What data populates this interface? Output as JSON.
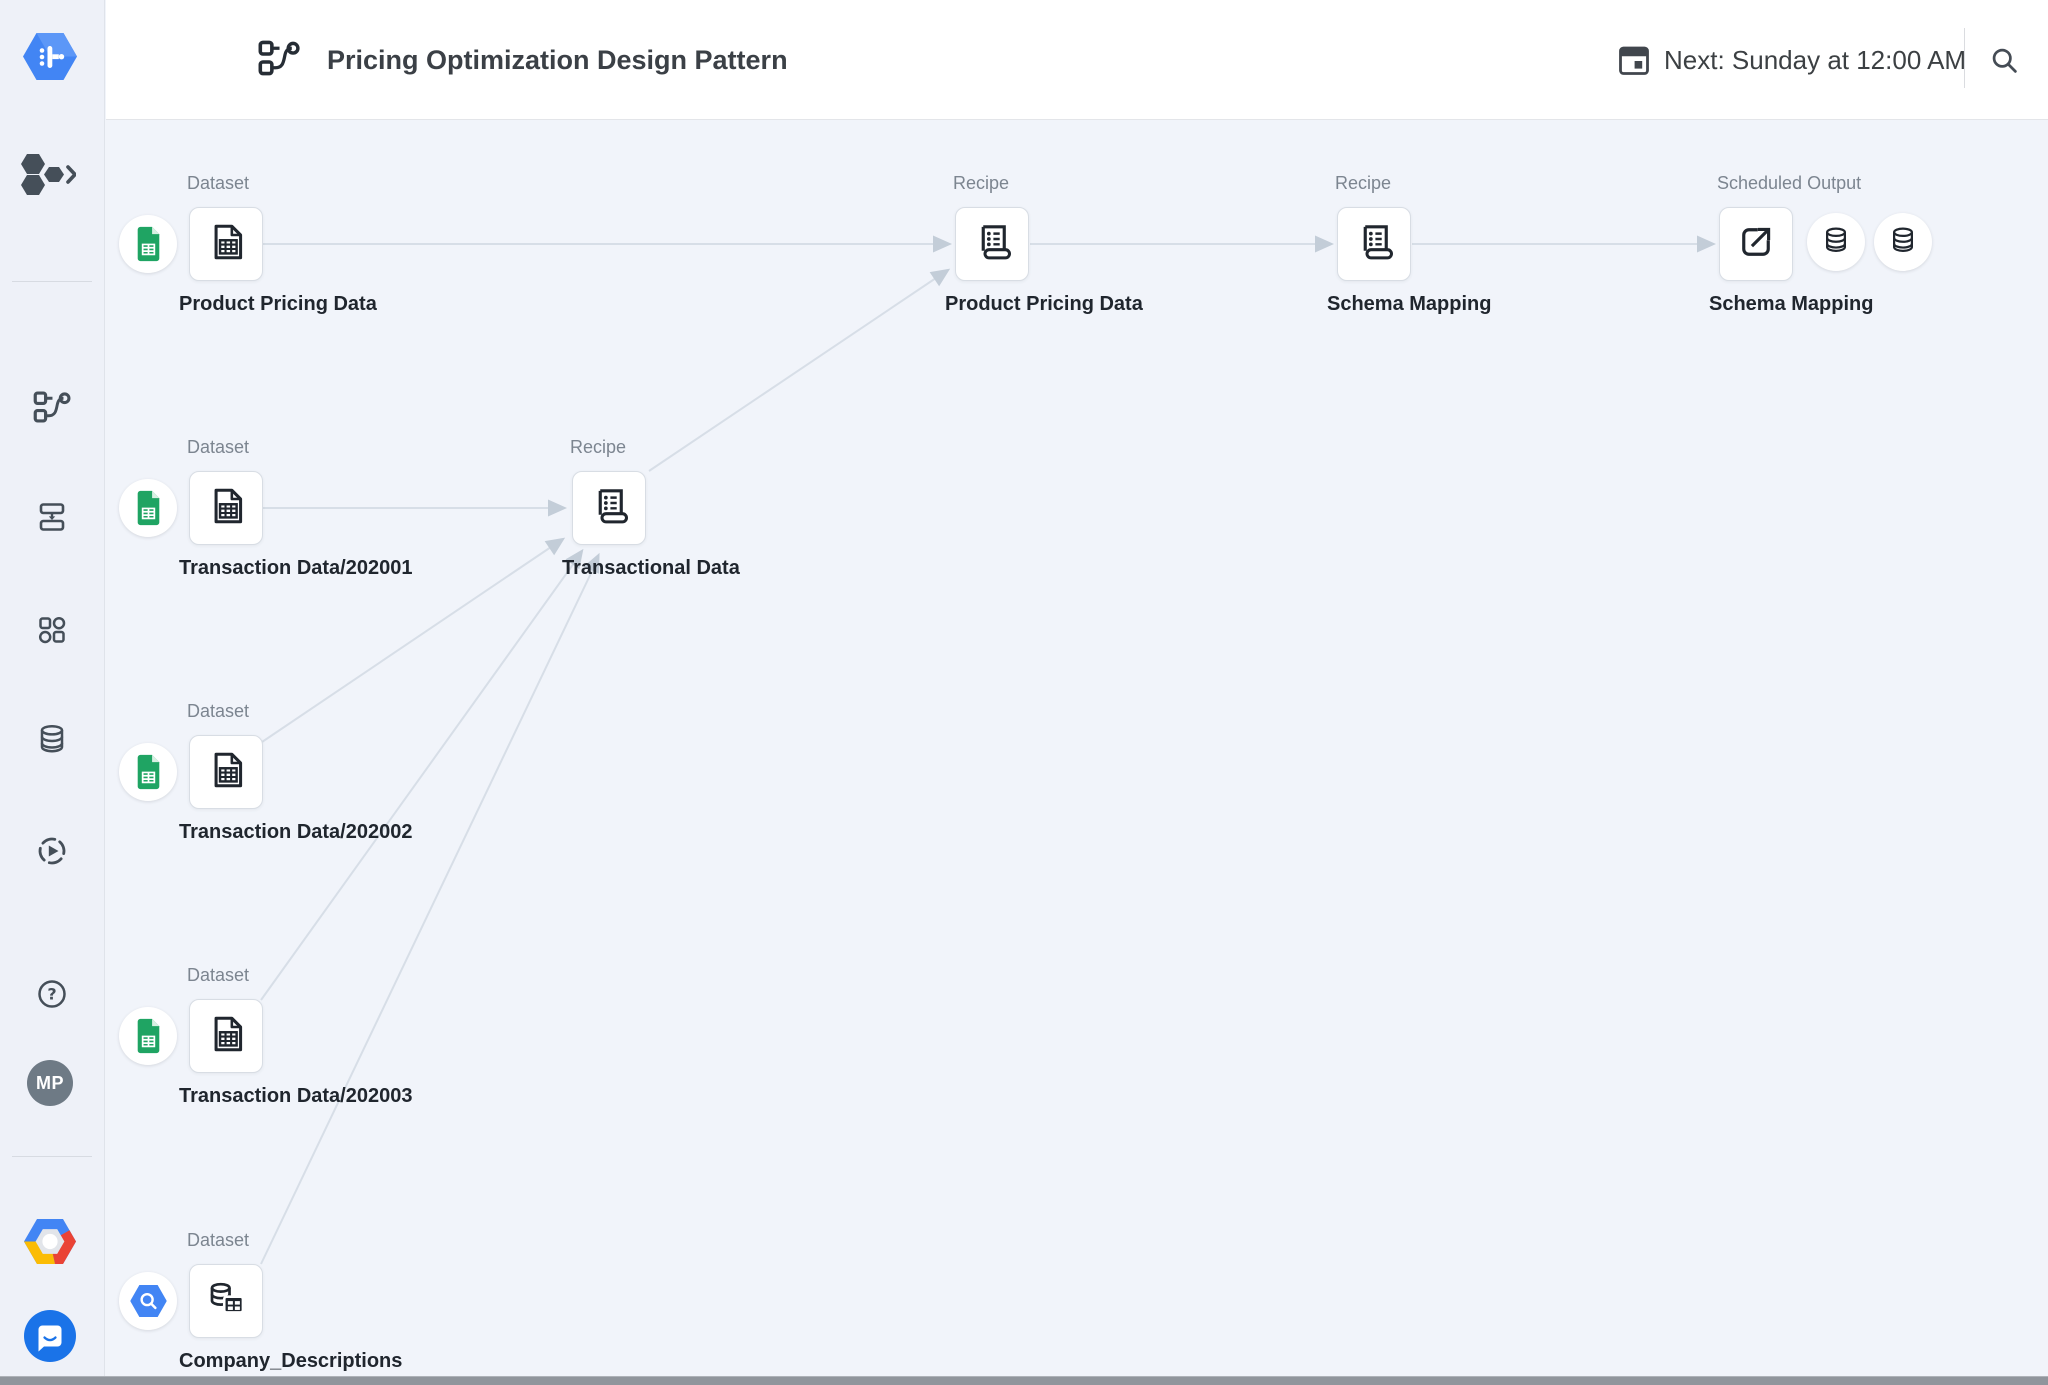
{
  "header": {
    "title": "Pricing Optimization Design Pattern",
    "schedule_label": "Next: Sunday at 12:00 AM",
    "icons": {
      "flow": "flow-icon",
      "calendar": "calendar-icon",
      "search": "search-icon",
      "info": "info-icon"
    }
  },
  "sidebar": {
    "logo": "dataprep-logo",
    "avatar_text": "MP",
    "items": [
      {
        "name": "expand-flows",
        "icon": "hexagons-chevron-icon"
      },
      {
        "name": "flows",
        "icon": "flow-icon"
      },
      {
        "name": "plans",
        "icon": "plan-icon"
      },
      {
        "name": "library",
        "icon": "library-icon"
      },
      {
        "name": "connections",
        "icon": "database-icon"
      },
      {
        "name": "job-history",
        "icon": "run-jobs-icon"
      },
      {
        "name": "help",
        "icon": "help-icon"
      },
      {
        "name": "account",
        "icon": "avatar"
      },
      {
        "name": "google-cloud",
        "icon": "google-cloud-icon"
      },
      {
        "name": "support-chat",
        "icon": "chat-icon"
      }
    ]
  },
  "flow": {
    "nodes": [
      {
        "id": "ds-product-pricing",
        "type_label": "Dataset",
        "title": "Product Pricing Data",
        "icon": "spreadsheet-file-icon",
        "badge": "google-sheets-badge"
      },
      {
        "id": "recipe-product-pricing",
        "type_label": "Recipe",
        "title": "Product Pricing Data",
        "icon": "recipe-receipt-icon"
      },
      {
        "id": "recipe-schema-mapping",
        "type_label": "Recipe",
        "title": "Schema Mapping",
        "icon": "recipe-receipt-icon"
      },
      {
        "id": "output-schema-mapping",
        "type_label": "Scheduled Output",
        "title": "Schema Mapping",
        "icon": "export-arrow-icon",
        "outputs": [
          "database-icon",
          "database-icon"
        ]
      },
      {
        "id": "ds-transaction-202001",
        "type_label": "Dataset",
        "title": "Transaction Data/202001",
        "icon": "spreadsheet-file-icon",
        "badge": "google-sheets-badge"
      },
      {
        "id": "recipe-transactional",
        "type_label": "Recipe",
        "title": "Transactional Data",
        "icon": "recipe-receipt-icon"
      },
      {
        "id": "ds-transaction-202002",
        "type_label": "Dataset",
        "title": "Transaction Data/202002",
        "icon": "spreadsheet-file-icon",
        "badge": "google-sheets-badge"
      },
      {
        "id": "ds-transaction-202003",
        "type_label": "Dataset",
        "title": "Transaction Data/202003",
        "icon": "spreadsheet-file-icon",
        "badge": "google-sheets-badge"
      },
      {
        "id": "ds-company-descriptions",
        "type_label": "Dataset",
        "title": "Company_Descriptions",
        "icon": "database-table-icon",
        "badge": "bigquery-badge"
      }
    ],
    "edges": [
      {
        "from": "ds-product-pricing",
        "to": "recipe-product-pricing"
      },
      {
        "from": "recipe-product-pricing",
        "to": "recipe-schema-mapping"
      },
      {
        "from": "recipe-schema-mapping",
        "to": "output-schema-mapping"
      },
      {
        "from": "ds-transaction-202001",
        "to": "recipe-transactional"
      },
      {
        "from": "recipe-transactional",
        "to": "recipe-product-pricing"
      },
      {
        "from": "ds-transaction-202002",
        "to": "recipe-transactional"
      },
      {
        "from": "ds-transaction-202003",
        "to": "recipe-transactional"
      },
      {
        "from": "ds-company-descriptions",
        "to": "recipe-transactional"
      }
    ]
  },
  "colors": {
    "canvas_bg": "#f1f4fa",
    "rail_bg": "#eef1f8",
    "edge": "#d7dee7",
    "arrow": "#c3cdd8",
    "sheets_green": "#1fa463",
    "bigquery_blue": "#4285f4",
    "chat_blue": "#1a73e8",
    "gcp_blue": "#4285f4",
    "gcp_red": "#ea4335",
    "gcp_yellow": "#fbbc04",
    "avatar_gray": "#6e7a85"
  }
}
